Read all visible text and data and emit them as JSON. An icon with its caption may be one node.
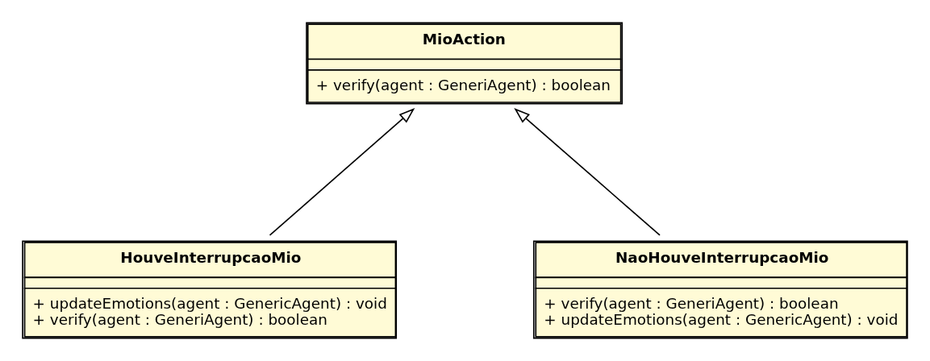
{
  "diagram": {
    "nodes": [
      {
        "text": [
          "MioAction",
          "+ verify(agent : GeneriAgent) : boolean"
        ]
      },
      {
        "text": [
          "HouveInterrupcaoMio",
          "+ updateEmotions(agent : GenericAgent) : void",
          "+ verify(agent : GeneriAgent) : boolean"
        ]
      },
      {
        "text": [
          "NaoHouveInterrupcaoMio",
          "+ verify(agent : GeneriAgent) : boolean",
          "+ updateEmotions(agent : GenericAgent) : void"
        ]
      }
    ],
    "edges": [
      {
        "from": 1,
        "to": 0,
        "arrow": "to"
      },
      {
        "from": 2,
        "to": 0,
        "arrow": "to"
      }
    ]
  }
}
